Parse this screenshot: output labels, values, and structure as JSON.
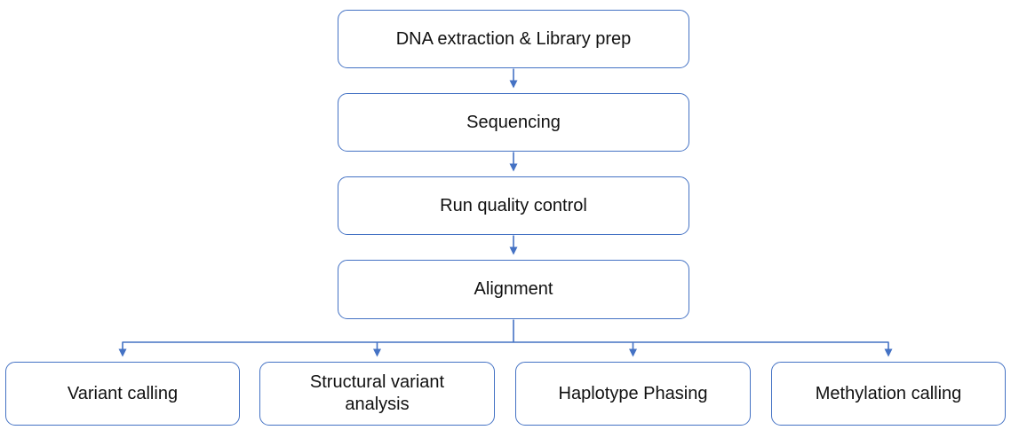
{
  "diagram": {
    "type": "flowchart",
    "nodes": [
      {
        "id": "dna-extraction",
        "label": "DNA extraction & Library prep"
      },
      {
        "id": "sequencing",
        "label": "Sequencing"
      },
      {
        "id": "run-qc",
        "label": "Run quality control"
      },
      {
        "id": "alignment",
        "label": "Alignment"
      },
      {
        "id": "variant-calling",
        "label": "Variant calling"
      },
      {
        "id": "structural-variant",
        "label": "Structural variant analysis"
      },
      {
        "id": "haplotype-phasing",
        "label": "Haplotype Phasing"
      },
      {
        "id": "methylation-calling",
        "label": "Methylation calling"
      }
    ],
    "edges": [
      {
        "from": "dna-extraction",
        "to": "sequencing"
      },
      {
        "from": "sequencing",
        "to": "run-qc"
      },
      {
        "from": "run-qc",
        "to": "alignment"
      },
      {
        "from": "alignment",
        "to": "variant-calling"
      },
      {
        "from": "alignment",
        "to": "structural-variant"
      },
      {
        "from": "alignment",
        "to": "haplotype-phasing"
      },
      {
        "from": "alignment",
        "to": "methylation-calling"
      }
    ]
  },
  "colors": {
    "accent": "#4472C4",
    "box_border": "#4472C4",
    "box_fill": "#ffffff",
    "text": "#111111",
    "background": "#ffffff"
  }
}
